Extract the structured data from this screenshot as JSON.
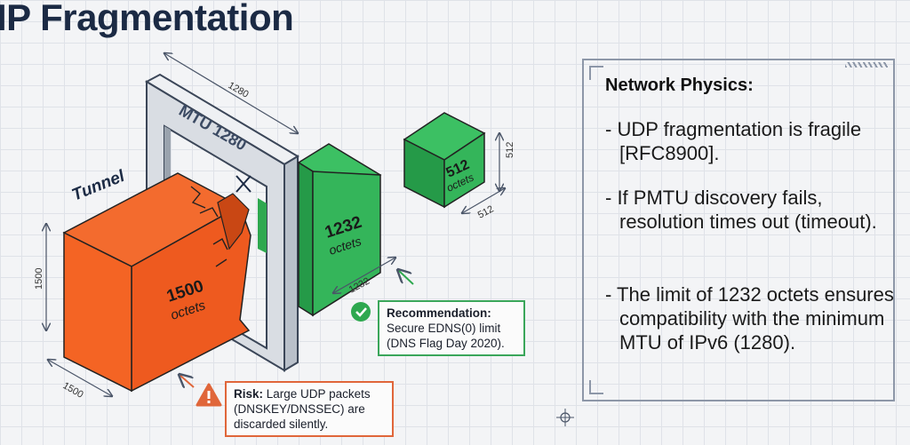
{
  "title": "IP Fragmentation",
  "diagram": {
    "tunnel_label": "Tunnel",
    "frame_label": "MTU 1280",
    "frame_dimension": "1280",
    "large_packet": {
      "value": "1500",
      "unit": "octets",
      "height": "1500",
      "depth": "1500"
    },
    "medium_packet": {
      "value": "1232",
      "unit": "octets",
      "depth": "1232"
    },
    "small_packet": {
      "value": "512",
      "unit": "octets",
      "height": "512",
      "depth": "512"
    },
    "colors": {
      "risk": "#f15a24",
      "ok": "#2ea84f",
      "frame": "#d9dde3",
      "ink": "#1b2a44"
    }
  },
  "recommendation": {
    "label": "Recommendation:",
    "text": "Secure EDNS(0) limit (DNS Flag Day 2020)."
  },
  "risk": {
    "label": "Risk:",
    "text": "Large UDP packets (DNSKEY/DNSSEC) are discarded silently."
  },
  "panel": {
    "title": "Network Physics:",
    "points": [
      "- UDP fragmentation is fragile [RFC8900].",
      "- If PMTU discovery fails, resolution times out (timeout).",
      "- The limit of 1232 octets ensures compatibility with the minimum MTU of IPv6 (1280)."
    ]
  }
}
